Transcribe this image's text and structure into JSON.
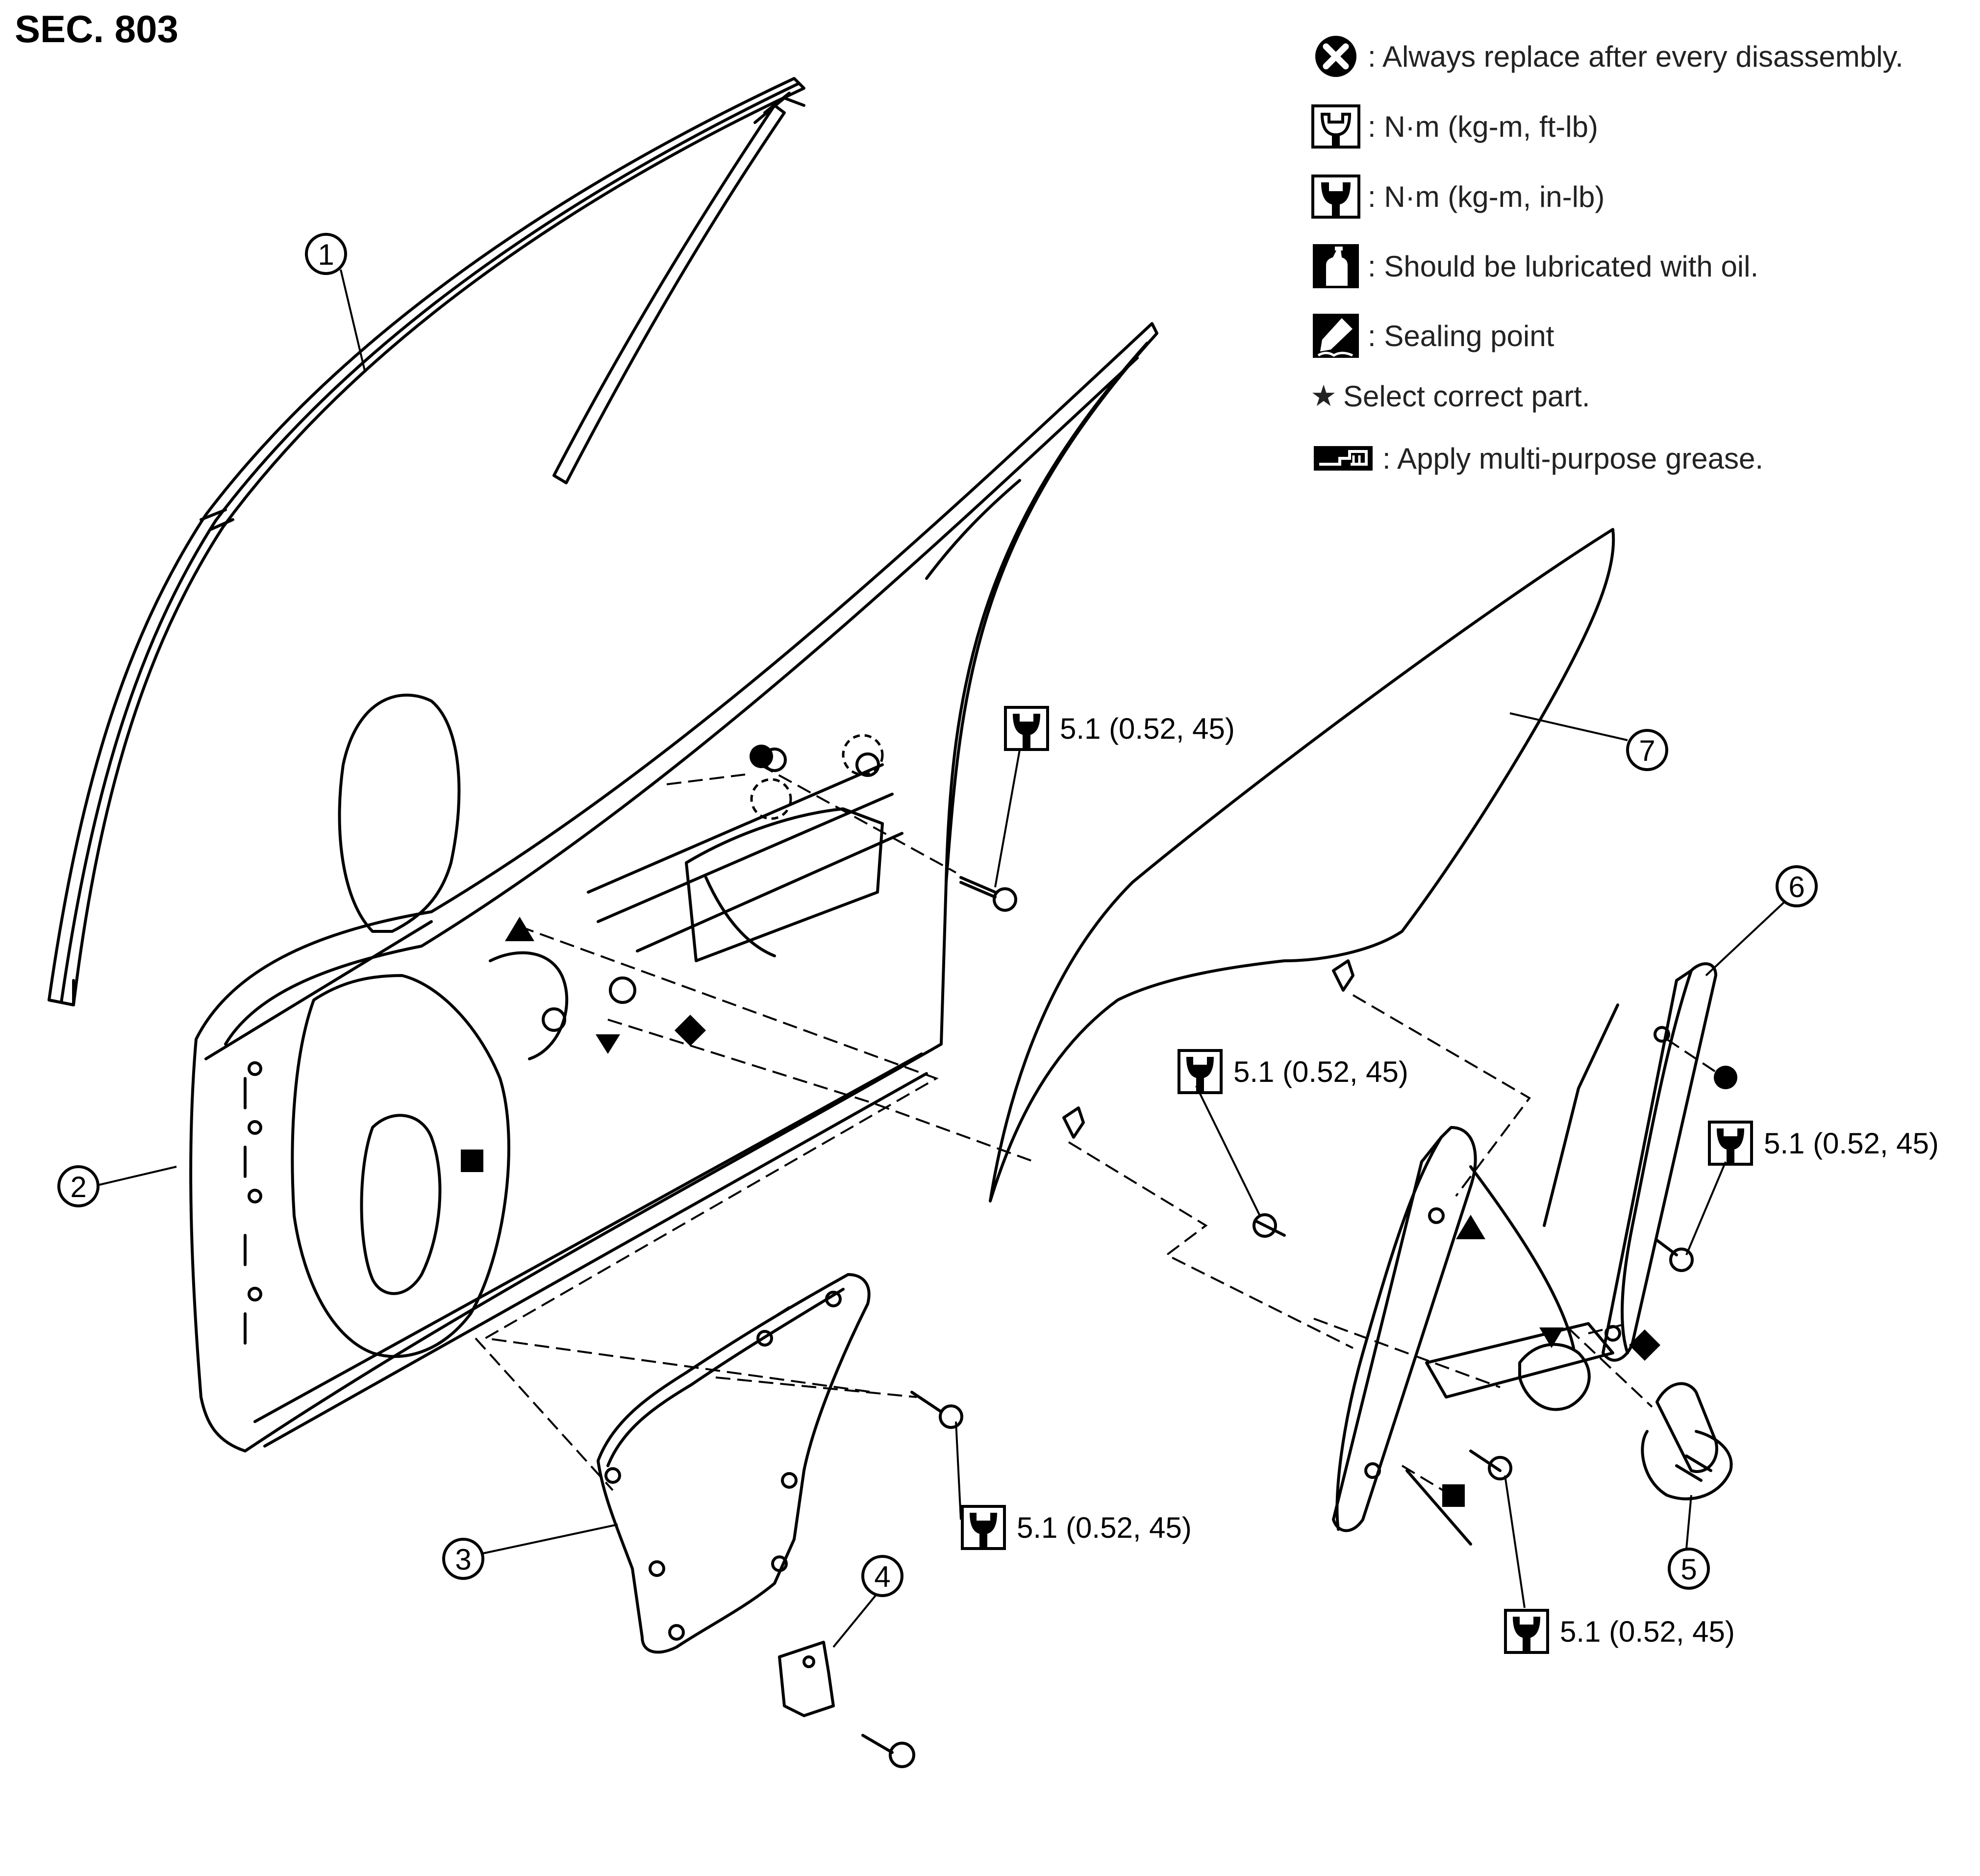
{
  "section": {
    "title": "SEC. 803"
  },
  "legend": [
    {
      "icon": "always-replace-icon",
      "text": ": Always replace after every disassembly."
    },
    {
      "icon": "torque-ft-lb-icon",
      "text": ": N·m (kg-m, ft-lb)"
    },
    {
      "icon": "torque-in-lb-icon",
      "text": ": N·m (kg-m, in-lb)"
    },
    {
      "icon": "oil-can-icon",
      "text": ": Should be lubricated with oil."
    },
    {
      "icon": "sealing-point-icon",
      "text": ": Sealing point"
    },
    {
      "icon": "star-icon",
      "symbol": "★",
      "text": "Select correct part."
    },
    {
      "icon": "grease-icon",
      "text": ": Apply multi-purpose grease."
    }
  ],
  "torque_specs": [
    {
      "value": "5.1 (0.52, 45)"
    },
    {
      "value": "5.1 (0.52, 45)"
    },
    {
      "value": "5.1 (0.52, 45)"
    },
    {
      "value": "5.1 (0.52, 45)"
    },
    {
      "value": "5.1 (0.52, 45)"
    }
  ],
  "callouts": [
    "1",
    "2",
    "3",
    "4",
    "5",
    "6",
    "7"
  ],
  "colors": {
    "line": "#000000",
    "background": "#ffffff"
  }
}
